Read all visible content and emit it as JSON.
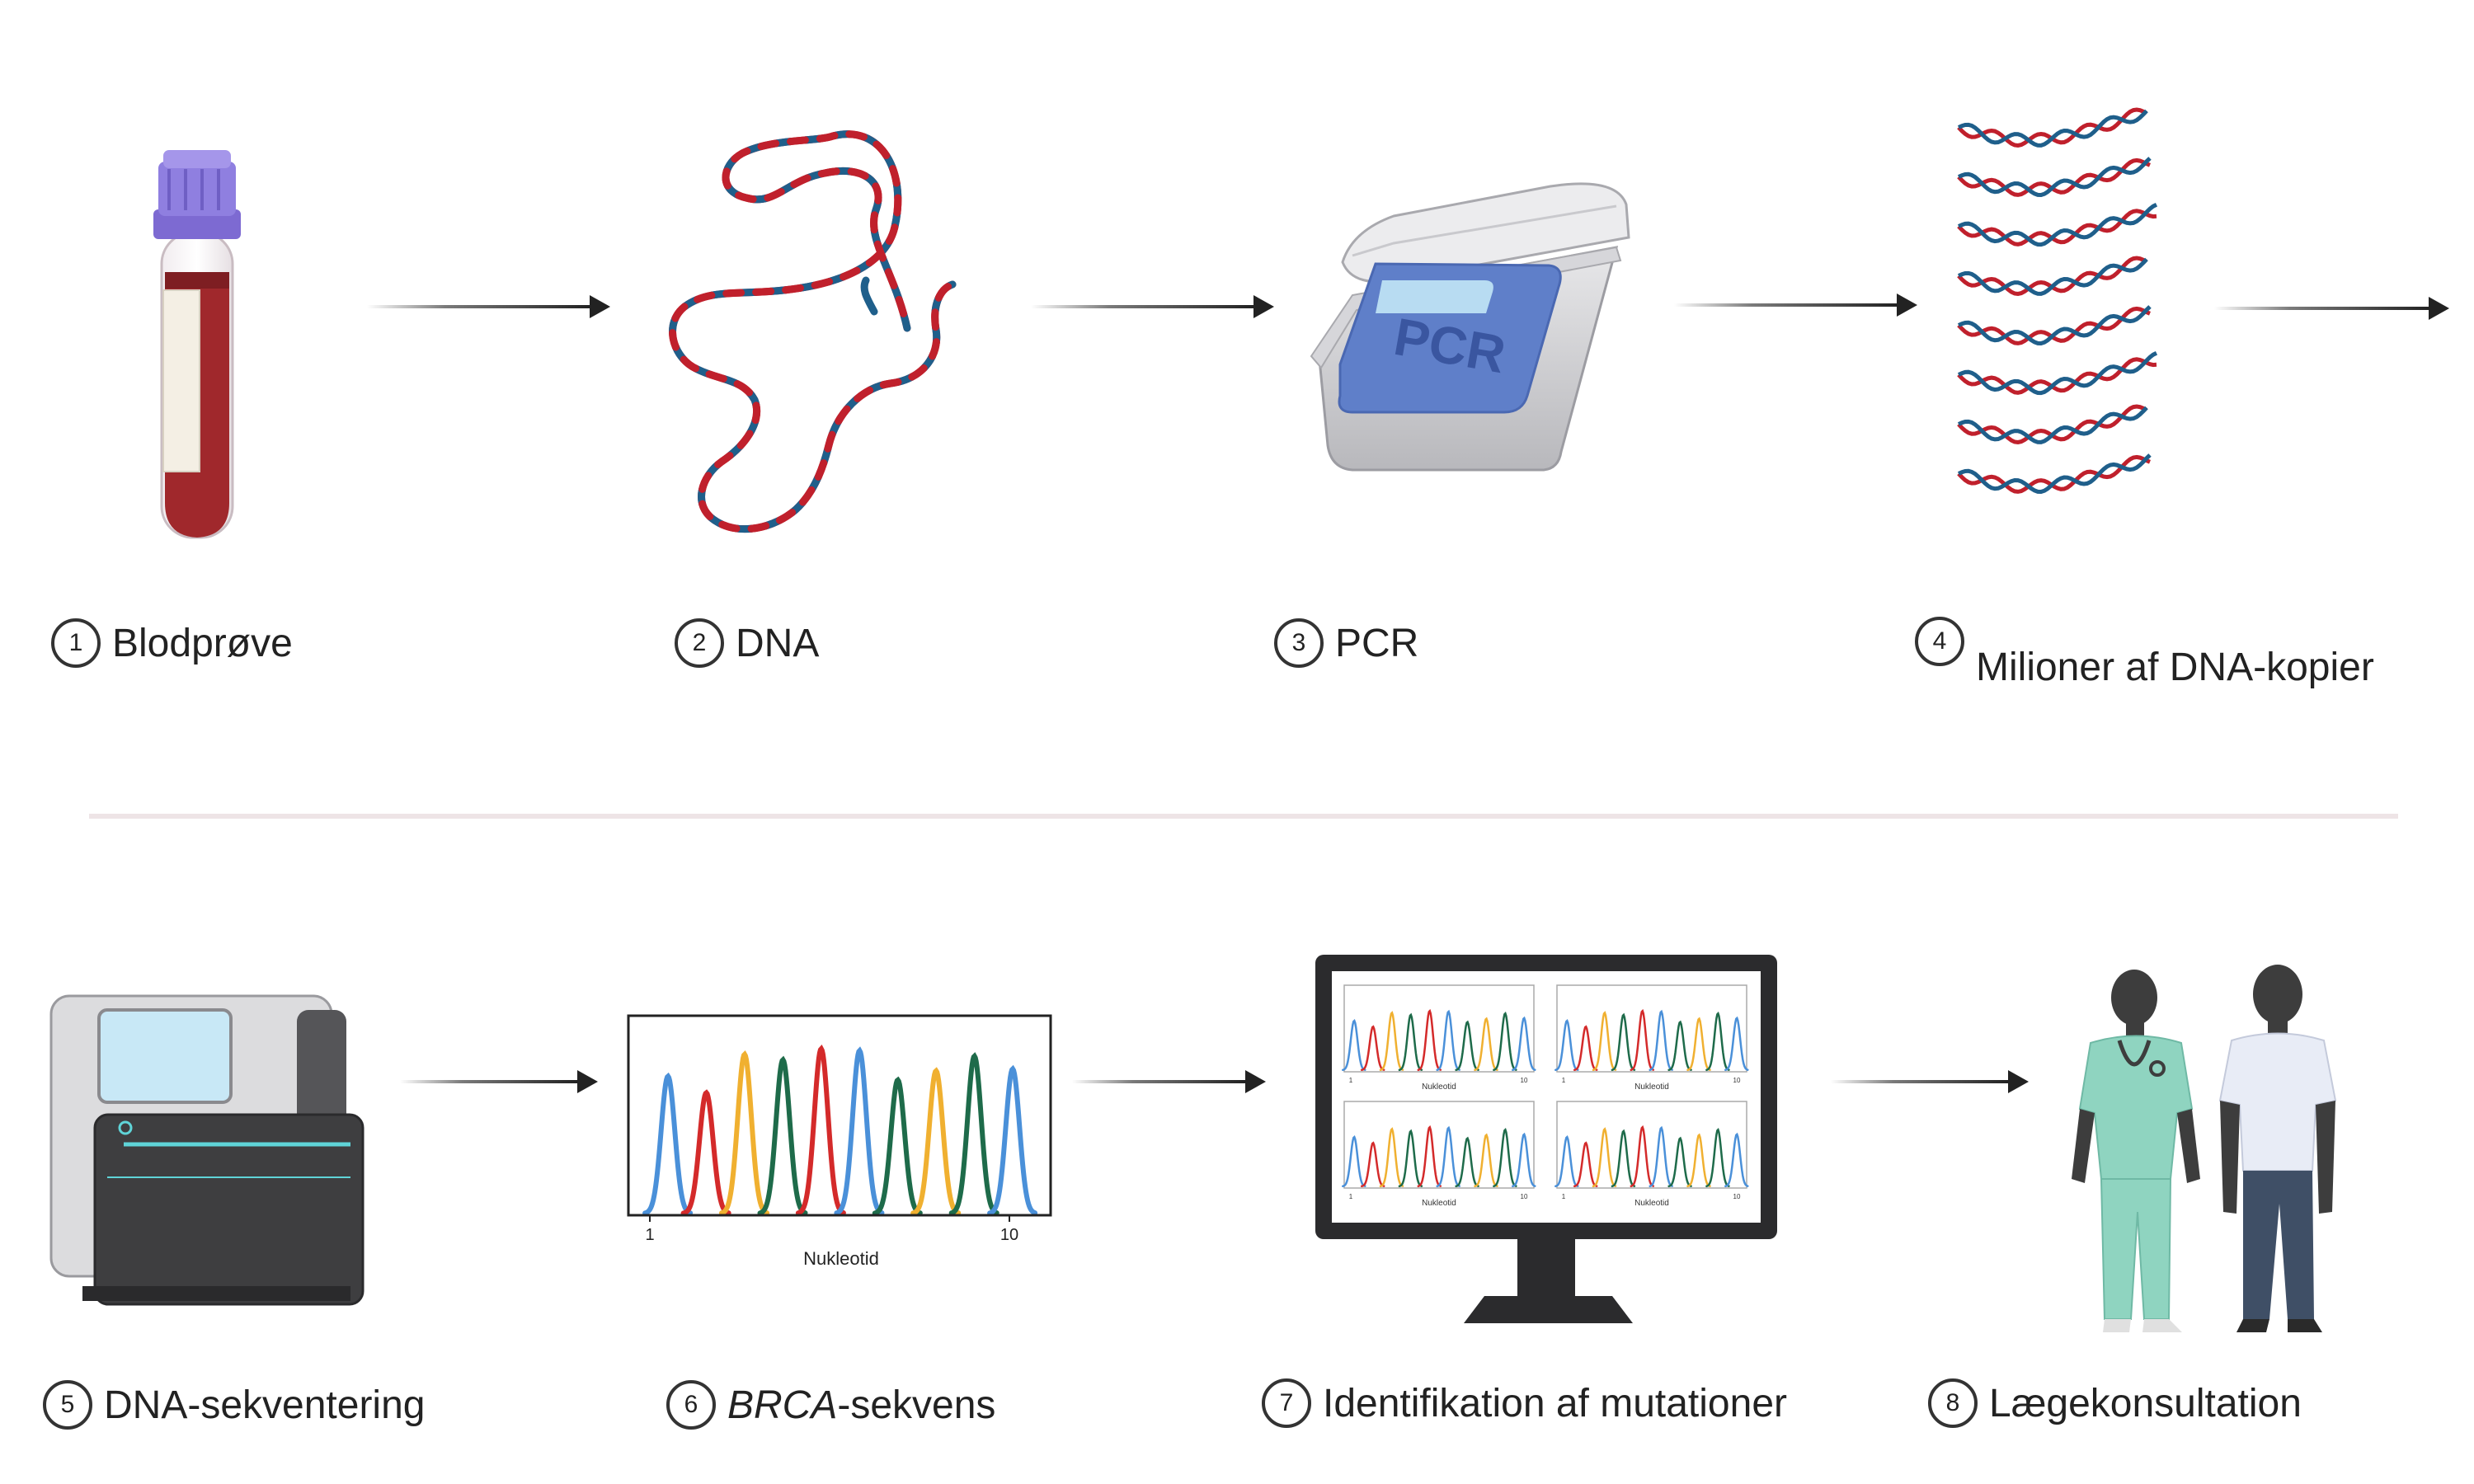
{
  "steps": [
    {
      "number": "1",
      "label": "Blodprøve"
    },
    {
      "number": "2",
      "label": "DNA"
    },
    {
      "number": "3",
      "label": "PCR"
    },
    {
      "number": "4",
      "label": "Milioner af DNA-kopier"
    },
    {
      "number": "5",
      "label": "DNA-sekventering"
    },
    {
      "number": "6",
      "label_italic": "BRCA",
      "label_rest": "-sekvens"
    },
    {
      "number": "7",
      "label": "Identifikation af mutationer"
    },
    {
      "number": "8",
      "label": "Lægekonsultation"
    }
  ],
  "pcr_device": {
    "screen_text": "PCR"
  },
  "chromatogram": {
    "tick_start": "1",
    "tick_end": "10",
    "xlabel": "Nukleotid"
  },
  "monitor_panels": {
    "tick_start": "1",
    "tick_end": "10",
    "xlabel": "Nukleotid"
  },
  "colors": {
    "dna_red": "#c0202c",
    "dna_blue": "#1f5f8b",
    "peak_blue": "#4a90d9",
    "peak_red": "#d42a2a",
    "peak_yellow": "#f0b030",
    "peak_green": "#1e6b4a",
    "blood": "#a0282c",
    "cap": "#8f7fe0",
    "scrubs": "#8fd4c0",
    "silhouette": "#3d3d3d",
    "arrow": "#222222",
    "divider": "#eee4e6"
  }
}
